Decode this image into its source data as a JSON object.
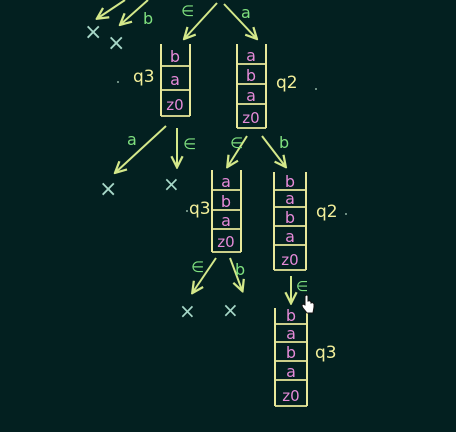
{
  "colors": {
    "background": "#032020",
    "stack": "#e8e89a",
    "arrow": "#d4e88a",
    "symbol": "#e58ad8",
    "epsilon": "#7fe07f",
    "reject": "#a7d8c8",
    "state": "#f3ef9a"
  },
  "labels": {
    "epsilon": "∈",
    "a": "a",
    "b": "b",
    "reject": "×"
  },
  "states": {
    "q3": "q3",
    "q2": "q2"
  },
  "stacks": [
    {
      "name": "stack-q3-top",
      "state": "q3",
      "cells": [
        "b",
        "a",
        "z0"
      ]
    },
    {
      "name": "stack-q2-top",
      "state": "q2",
      "cells": [
        "a",
        "b",
        "a",
        "z0"
      ]
    },
    {
      "name": "stack-q3-mid",
      "state": "q3",
      "cells": [
        "a",
        "b",
        "a",
        "z0"
      ]
    },
    {
      "name": "stack-q2-mid",
      "state": "q2",
      "cells": [
        "b",
        "a",
        "b",
        "a",
        "z0"
      ]
    },
    {
      "name": "stack-q3-bottom",
      "state": "q3",
      "cells": [
        "b",
        "a",
        "b",
        "a",
        "z0"
      ]
    }
  ],
  "icons": {
    "cursor": "hand-pointer-icon"
  }
}
